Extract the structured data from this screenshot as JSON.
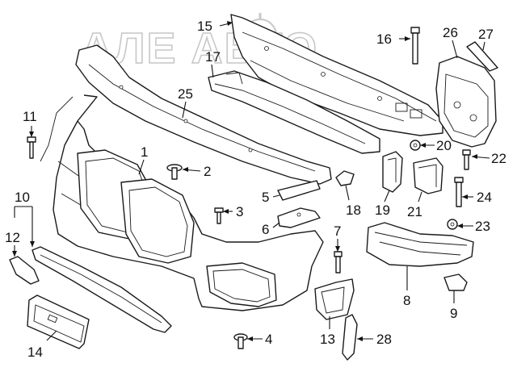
{
  "watermark": {
    "text": "АЛЕ АВТО"
  },
  "callouts": [
    {
      "id": "1",
      "label": "1"
    },
    {
      "id": "2",
      "label": "2"
    },
    {
      "id": "3",
      "label": "3"
    },
    {
      "id": "4",
      "label": "4"
    },
    {
      "id": "5",
      "label": "5"
    },
    {
      "id": "6",
      "label": "6"
    },
    {
      "id": "7",
      "label": "7"
    },
    {
      "id": "8",
      "label": "8"
    },
    {
      "id": "9",
      "label": "9"
    },
    {
      "id": "10",
      "label": "10"
    },
    {
      "id": "11",
      "label": "11"
    },
    {
      "id": "12",
      "label": "12"
    },
    {
      "id": "13",
      "label": "13"
    },
    {
      "id": "14",
      "label": "14"
    },
    {
      "id": "15",
      "label": "15"
    },
    {
      "id": "16",
      "label": "16"
    },
    {
      "id": "17",
      "label": "17"
    },
    {
      "id": "18",
      "label": "18"
    },
    {
      "id": "19",
      "label": "19"
    },
    {
      "id": "20",
      "label": "20"
    },
    {
      "id": "21",
      "label": "21"
    },
    {
      "id": "22",
      "label": "22"
    },
    {
      "id": "23",
      "label": "23"
    },
    {
      "id": "24",
      "label": "24"
    },
    {
      "id": "25",
      "label": "25"
    },
    {
      "id": "26",
      "label": "26"
    },
    {
      "id": "27",
      "label": "27"
    },
    {
      "id": "28",
      "label": "28"
    }
  ]
}
